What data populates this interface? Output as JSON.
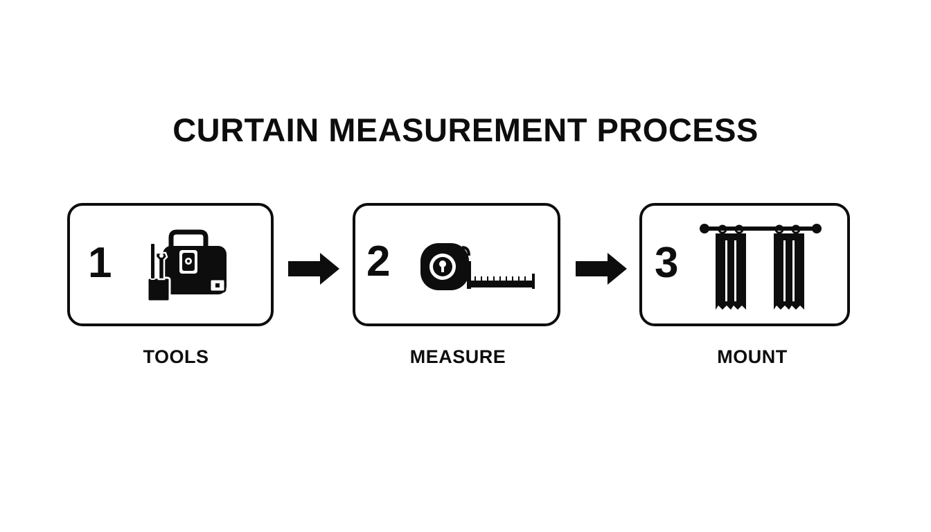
{
  "title": "CURTAIN MEASUREMENT PROCESS",
  "steps": [
    {
      "number": "1",
      "label": "TOOLS",
      "icon": "toolbox-icon"
    },
    {
      "number": "2",
      "label": "MEASURE",
      "icon": "tape-measure-icon"
    },
    {
      "number": "3",
      "label": "MOUNT",
      "icon": "curtain-rod-icon"
    }
  ],
  "colors": {
    "ink": "#0d0d0d",
    "background": "#ffffff"
  }
}
